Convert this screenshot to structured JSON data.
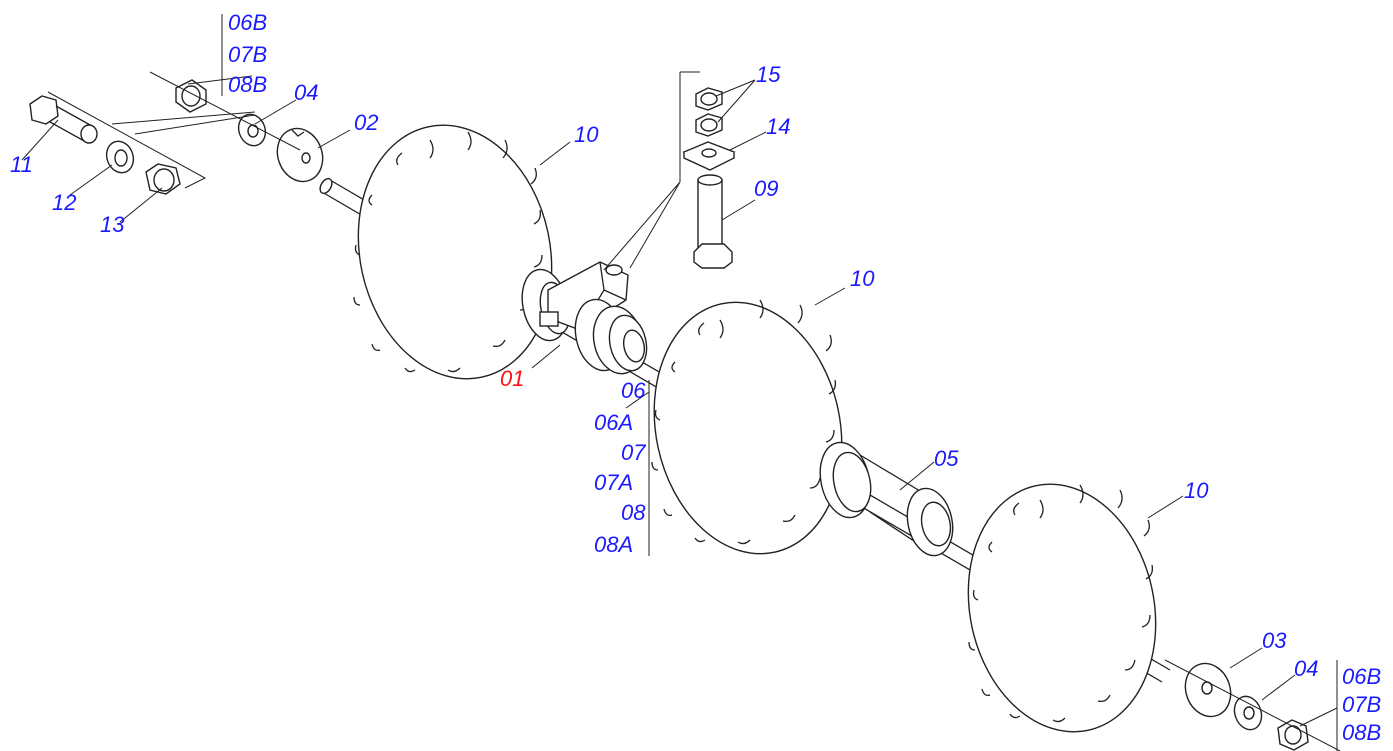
{
  "diagram": {
    "selected_part": "01",
    "labels": {
      "p01": "01",
      "p02": "02",
      "p03": "03",
      "p04_top": "04",
      "p04_bottom": "04",
      "p05": "05",
      "p06": "06",
      "p06a": "06A",
      "p07": "07",
      "p07a": "07A",
      "p08": "08",
      "p08a": "08A",
      "p06b_top": "06B",
      "p07b_top": "07B",
      "p08b_top": "08B",
      "p06b_bottom": "06B",
      "p07b_bottom": "07B",
      "p08b_bottom": "08B",
      "p09": "09",
      "p10_a": "10",
      "p10_b": "10",
      "p10_c": "10",
      "p11": "11",
      "p12": "12",
      "p13": "13",
      "p14": "14",
      "p15": "15"
    },
    "colors": {
      "label": "#1a1aff",
      "selected": "#ff1010",
      "line": "#222222"
    }
  }
}
